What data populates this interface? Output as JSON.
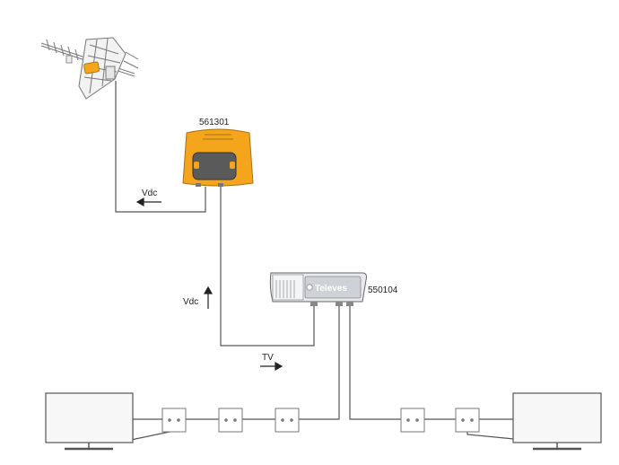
{
  "labels": {
    "amplifier_code": "561301",
    "power_supply_code": "550104",
    "brand": "Televes",
    "vdc_top": "Vdc",
    "vdc_mid": "Vdc",
    "tv": "TV"
  },
  "colors": {
    "amplifier": "#f4a51c",
    "amplifier_window": "#5a5a5a",
    "line": "#555555",
    "device_fill": "#ffffff",
    "psu_body": "#e4e6e8"
  }
}
